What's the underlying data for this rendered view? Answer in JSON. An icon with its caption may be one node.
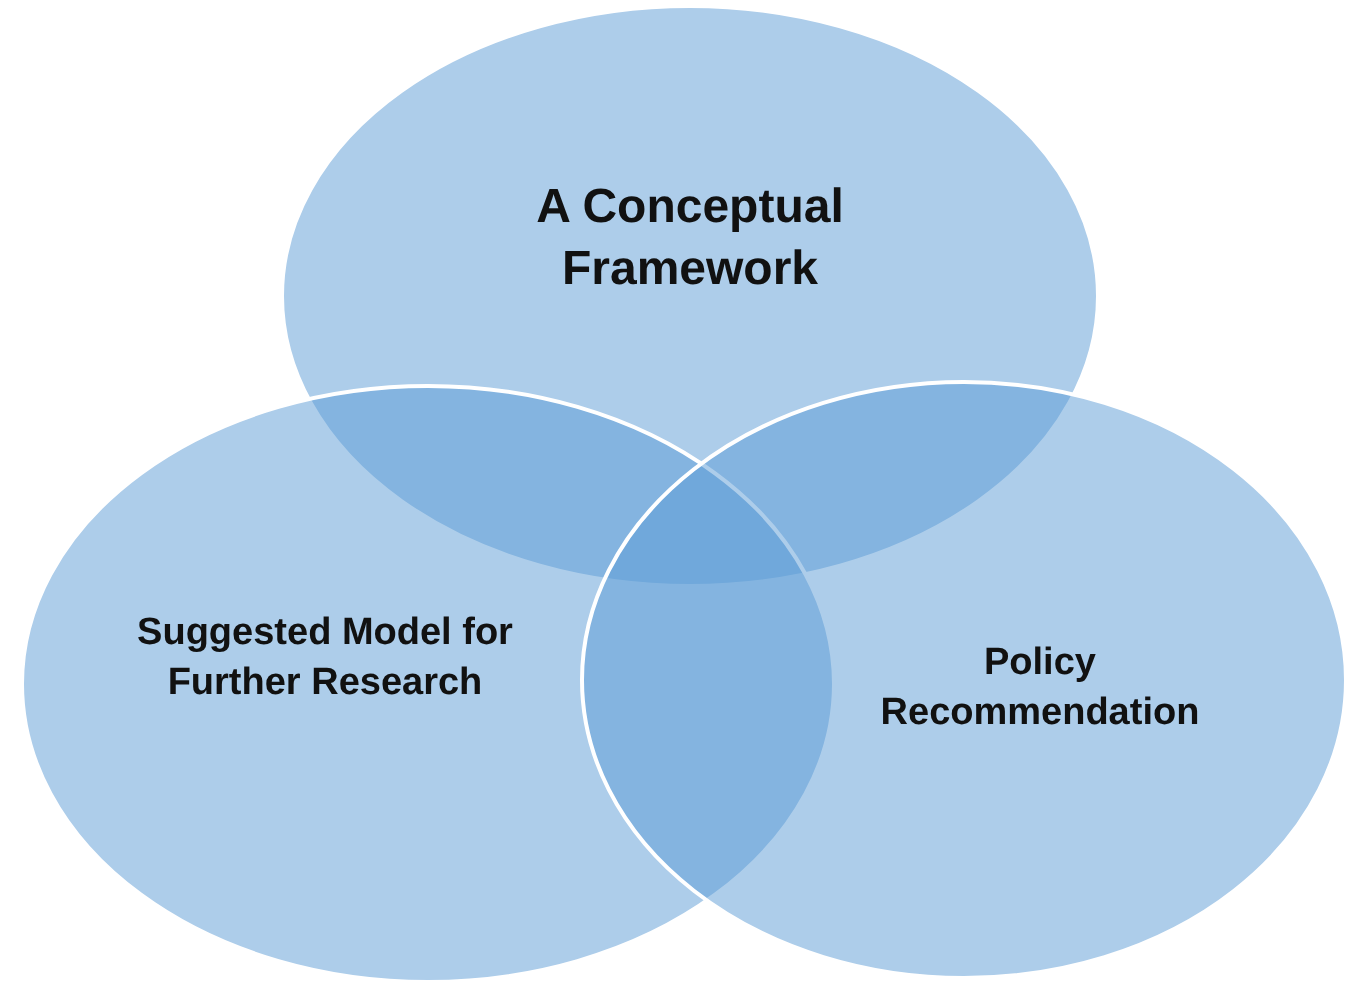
{
  "diagram": {
    "nodes": [
      {
        "text": [
          "A Conceptual Framework"
        ]
      },
      {
        "text": [
          "Suggested Model for Further Research"
        ]
      },
      {
        "text": [
          "Policy Recommendation"
        ]
      }
    ],
    "edges": []
  }
}
